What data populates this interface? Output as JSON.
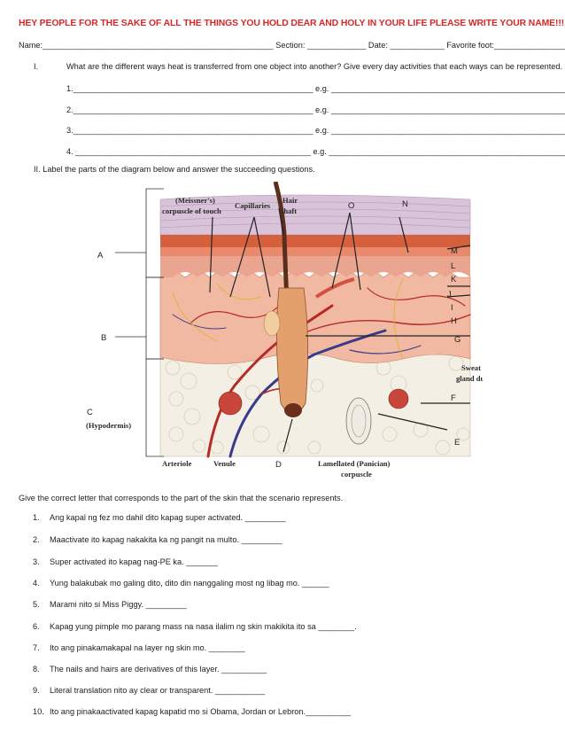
{
  "header": "HEY PEOPLE FOR THE SAKE OF ALL THE THINGS YOU HOLD DEAR AND HOLY IN YOUR LIFE PLEASE WRITE YOUR NAME!!!",
  "name_line": "Name:___________________________________________________ Section: _____________ Date: ____________ Favorite foot:________________",
  "part1": {
    "numeral": "I.",
    "question": "What are the different ways heat is transferred from one object into another? Give every day activities that each ways can be represented.",
    "rows": [
      "1._____________________________________________________ e.g. ______________________________________________________",
      "2._____________________________________________________ e.g. ______________________________________________________",
      "3._____________________________________________________ e.g. ______________________________________________________",
      "4. ____________________________________________________ e.g. ______________________________________________________"
    ]
  },
  "part2": {
    "heading": "II.  Label the parts of the diagram below and answer the succeeding questions."
  },
  "diagram": {
    "printed_labels": {
      "meissner": [
        "(Meissner's)",
        "corpuscle of touch"
      ],
      "capillaries": "Capillaries",
      "hair_shaft": [
        "Hair",
        "shaft"
      ],
      "sweat_gland_duct": [
        "Sweat",
        "gland duct"
      ],
      "hypodermis": "(Hypodermis)",
      "arteriole": "Arteriole",
      "venule": "Venule",
      "lamellated": [
        "Lamellated (Panician)",
        "corpuscle"
      ]
    },
    "letters": {
      "O": "O",
      "N": "N",
      "A": "A",
      "M": "M",
      "L": "L",
      "K": "K",
      "J": "J",
      "I": "I",
      "H": "H",
      "B": "B",
      "G": "G",
      "F": "F",
      "C": "C",
      "E": "E",
      "D": "D"
    }
  },
  "instruction": "Give the correct letter that corresponds to the part of the skin that the scenario represents.",
  "items": [
    {
      "n": "1.",
      "text": "Ang kapal ng fez mo dahil dito kapag super activated. _________"
    },
    {
      "n": "2.",
      "text": "Maactivate ito kapag nakakita ka ng pangit na multo. _________"
    },
    {
      "n": "3.",
      "text": "Super activated ito kapag nag-PE ka. _______"
    },
    {
      "n": "4.",
      "text": "Yung balakubak mo galing dito, dito din nanggaling most ng libag mo. ______"
    },
    {
      "n": "5.",
      "text": "Marami nito si Miss Piggy. _________"
    },
    {
      "n": "6.",
      "text": "Kapag yung pimple mo parang mass na nasa ilalim ng skin makikita ito sa ________."
    },
    {
      "n": "7.",
      "text": "Ito ang pinakamakapal na layer ng skin mo. ________"
    },
    {
      "n": "8.",
      "text": "The nails and hairs are derivatives of this layer. __________"
    },
    {
      "n": "9.",
      "text": "Literal translation nito ay clear or transparent. ___________"
    },
    {
      "n": "10.",
      "text": "Ito ang pinakaactivated kapag kapatid mo si Obama, Jordan or Lebron.__________"
    }
  ]
}
